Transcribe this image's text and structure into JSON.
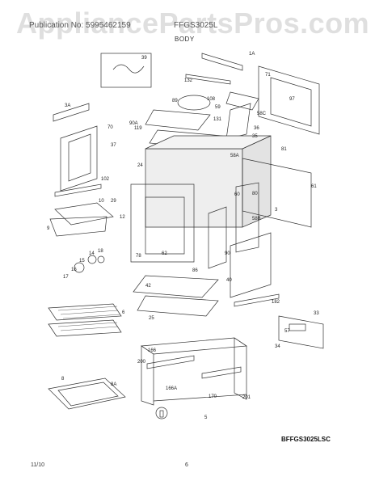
{
  "header": {
    "publication": "Publication No: 5995462159",
    "model": "FFGS3025L",
    "section": "BODY"
  },
  "watermark": "AppliancePartsPros.com",
  "callouts": [
    "1A",
    "39",
    "132",
    "71",
    "89",
    "108",
    "97",
    "3A",
    "59",
    "58C",
    "90A",
    "119",
    "131",
    "36",
    "70",
    "35",
    "37",
    "81",
    "24",
    "58A",
    "102",
    "60",
    "10",
    "29",
    "12",
    "80",
    "58B",
    "3",
    "9",
    "61",
    "90",
    "78",
    "62",
    "86",
    "15",
    "14",
    "18",
    "16",
    "17",
    "42",
    "40",
    "25",
    "182",
    "33",
    "6",
    "57",
    "34",
    "166",
    "200",
    "8",
    "8A",
    "166A",
    "170",
    "201",
    "5"
  ],
  "model_id": "BFFGS3025LSC",
  "footer": {
    "date": "11/10",
    "page": "6"
  }
}
